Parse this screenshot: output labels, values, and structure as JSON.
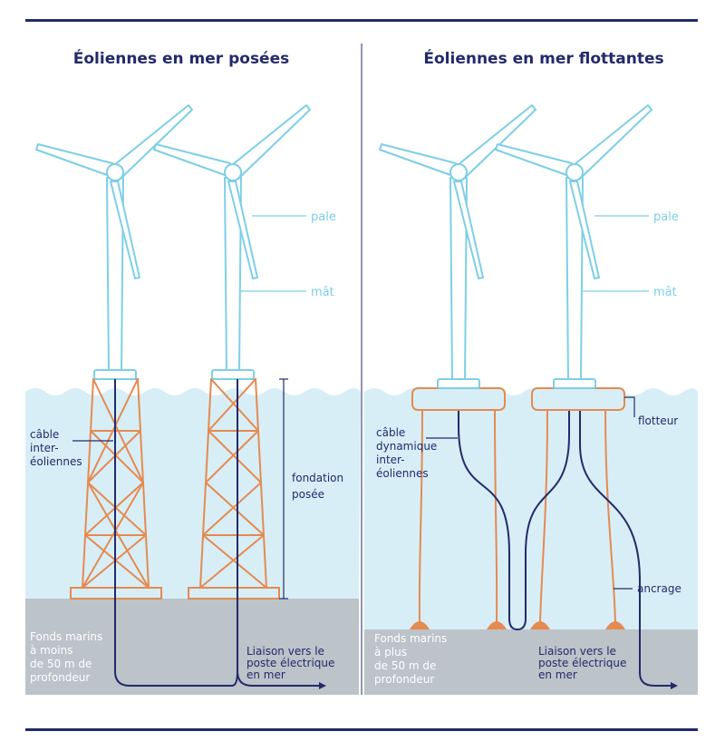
{
  "panels": {
    "fixed": {
      "title": "Éoliennes en mer posées",
      "labels": {
        "pale": "pale",
        "mat": "mât",
        "cable": [
          "câble",
          "inter-",
          "éoliennes"
        ],
        "fondation": [
          "fondation",
          "posée"
        ],
        "seabed": [
          "Fonds marins",
          "à moins",
          "de 50 m de",
          "profondeur"
        ],
        "liaison": [
          "Liaison vers le",
          "poste électrique",
          "en mer"
        ]
      }
    },
    "floating": {
      "title": "Éoliennes en mer flottantes",
      "labels": {
        "pale": "pale",
        "mat": "mât",
        "flotteur": "flotteur",
        "cable": [
          "câble",
          "dynamique",
          "inter-",
          "éoliennes"
        ],
        "ancrage": "ancrage",
        "seabed": [
          "Fonds marins",
          "à plus",
          "de 50 m de",
          "profondeur"
        ],
        "liaison": [
          "Liaison vers le",
          "poste électrique",
          "en mer"
        ]
      }
    }
  },
  "colors": {
    "navy": "#232a6b",
    "turbine": "#7ecfe6",
    "sea": "#d7eef7",
    "seabed": "#bcc3c9",
    "foundation": "#e58a50"
  }
}
